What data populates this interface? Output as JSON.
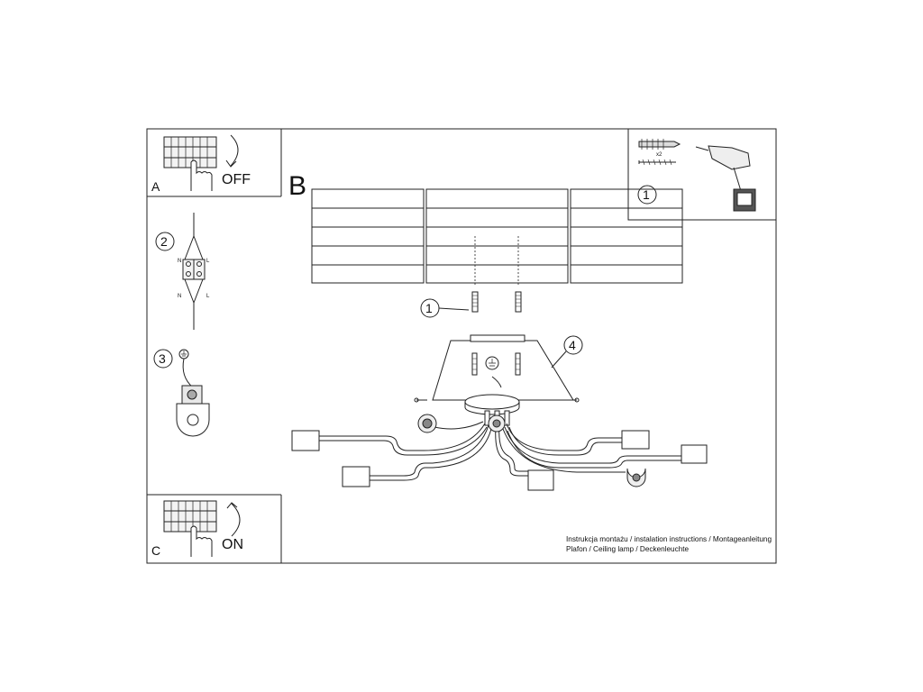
{
  "panels": {
    "a": {
      "letter": "A",
      "action": "OFF"
    },
    "c": {
      "letter": "C",
      "action": "ON"
    },
    "b": {
      "letter": "B"
    },
    "drill": {
      "step": "1",
      "quantity": "x2"
    }
  },
  "steps": {
    "wiring": "2",
    "terminal_n_top": "N",
    "terminal_l_top": "L",
    "terminal_n_bottom": "N",
    "terminal_l_bottom": "L",
    "earth": "3",
    "screw": "1",
    "canopy": "4"
  },
  "footer": {
    "line1": "Instrukcja montażu / instalation instructions / Montageanleitung",
    "line2": "Plafon / Ceiling lamp / Deckenleuchte"
  }
}
